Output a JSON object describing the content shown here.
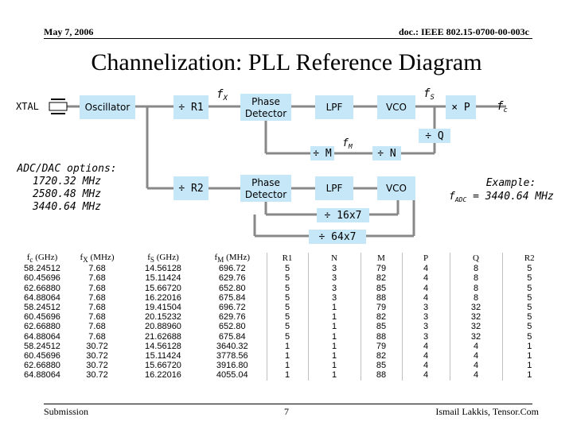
{
  "header": {
    "date": "May 7, 2006",
    "doc": "doc.: IEEE 802.15-0700-00-003c"
  },
  "title": "Channelization: PLL Reference Diagram",
  "diagram": {
    "xtal": "XTAL",
    "oscillator": "Oscillator",
    "div_r1": "÷ R1",
    "div_r2": "÷ R2",
    "phase_detector": "Phase Detector",
    "lpf": "LPF",
    "vco": "VCO",
    "mult_p": "× P",
    "div_q": "÷ Q",
    "div_m": "÷ M",
    "div_n": "÷ N",
    "div_16x7": "÷ 16x7",
    "div_64x7": "÷ 64x7",
    "fx": "f",
    "fx_sub": "X",
    "fs": "f",
    "fs_sub": "S",
    "fc": "f",
    "fc_sub": "c",
    "fm": "f",
    "fm_sub": "M",
    "adc_title": "ADC/DAC options:",
    "adc_options": [
      "1720.32 MHz",
      "2580.48 MHz",
      "3440.64 MHz"
    ],
    "example_title": "Example:",
    "example_f": "f",
    "example_sub": "ADC",
    "example_value": " = 3440.64 MHz"
  },
  "table": {
    "headers": [
      "f",
      "f",
      "f",
      "f",
      "R1",
      "N",
      "M",
      "P",
      "Q",
      "R2"
    ],
    "header_subs": [
      "c",
      "X",
      "S",
      "M",
      "",
      "",
      "",
      "",
      "",
      ""
    ],
    "header_units": [
      " (GHz)",
      " (MHz)",
      " (GHz)",
      " (MHz)",
      "",
      "",
      "",
      "",
      "",
      ""
    ],
    "rows": [
      [
        "58.24512",
        "7.68",
        "14.56128",
        "696.72",
        "5",
        "3",
        "79",
        "4",
        "8",
        "5"
      ],
      [
        "60.45696",
        "7.68",
        "15.11424",
        "629.76",
        "5",
        "3",
        "82",
        "4",
        "8",
        "5"
      ],
      [
        "62.66880",
        "7.68",
        "15.66720",
        "652.80",
        "5",
        "3",
        "85",
        "4",
        "8",
        "5"
      ],
      [
        "64.88064",
        "7.68",
        "16.22016",
        "675.84",
        "5",
        "3",
        "88",
        "4",
        "8",
        "5"
      ],
      [
        "58.24512",
        "7.68",
        "19.41504",
        "696.72",
        "5",
        "1",
        "79",
        "3",
        "32",
        "5"
      ],
      [
        "60.45696",
        "7.68",
        "20.15232",
        "629.76",
        "5",
        "1",
        "82",
        "3",
        "32",
        "5"
      ],
      [
        "62.66880",
        "7.68",
        "20.88960",
        "652.80",
        "5",
        "1",
        "85",
        "3",
        "32",
        "5"
      ],
      [
        "64.88064",
        "7.68",
        "21.62688",
        "675.84",
        "5",
        "1",
        "88",
        "3",
        "32",
        "5"
      ],
      [
        "58.24512",
        "30.72",
        "14.56128",
        "3640.32",
        "1",
        "1",
        "79",
        "4",
        "4",
        "1"
      ],
      [
        "60.45696",
        "30.72",
        "15.11424",
        "3778.56",
        "1",
        "1",
        "82",
        "4",
        "4",
        "1"
      ],
      [
        "62.66880",
        "30.72",
        "15.66720",
        "3916.80",
        "1",
        "1",
        "85",
        "4",
        "4",
        "1"
      ],
      [
        "64.88064",
        "30.72",
        "16.22016",
        "4055.04",
        "1",
        "1",
        "88",
        "4",
        "4",
        "1"
      ]
    ]
  },
  "footer": {
    "left": "Submission",
    "page": "7",
    "right": "Ismail Lakkis, Tensor.Com"
  },
  "colors": {
    "block_fill": "#c6e7f7",
    "line": "#888888"
  }
}
